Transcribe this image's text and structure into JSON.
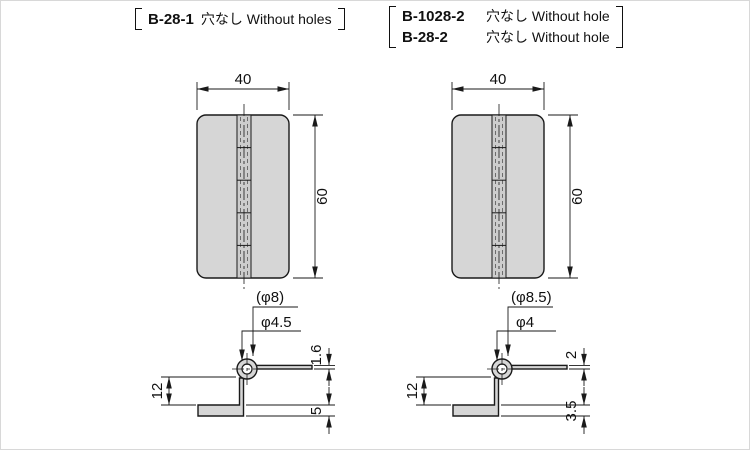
{
  "colors": {
    "line": "#1a1a1a",
    "body_fill": "#d6d6d6",
    "strip_fill": "#cdcdcd",
    "background": "#ffffff"
  },
  "header": {
    "left": {
      "brackets": "〔〕",
      "model": "B-28-1",
      "desc": "穴なし Without holes"
    },
    "right": {
      "brackets": "〔〕",
      "rows": [
        {
          "model": "B-1028-2",
          "desc": "穴なし Without hole"
        },
        {
          "model": "B-28-2",
          "desc": "穴なし Without hole"
        }
      ]
    }
  },
  "drawings": [
    {
      "name": "hinge-b-28-1",
      "front": {
        "width": "40",
        "height": "60"
      },
      "side": {
        "knuckle_diameter": "(φ8)",
        "pin_diameter": "φ4.5",
        "plate_thickness": "1.6",
        "leaf_drop": "12",
        "flange": "5"
      }
    },
    {
      "name": "hinge-b-1028-2",
      "front": {
        "width": "40",
        "height": "60"
      },
      "side": {
        "knuckle_diameter": "(φ8.5)",
        "pin_diameter": "φ4",
        "plate_thickness": "2",
        "leaf_drop": "12",
        "flange": "3.5"
      }
    }
  ]
}
